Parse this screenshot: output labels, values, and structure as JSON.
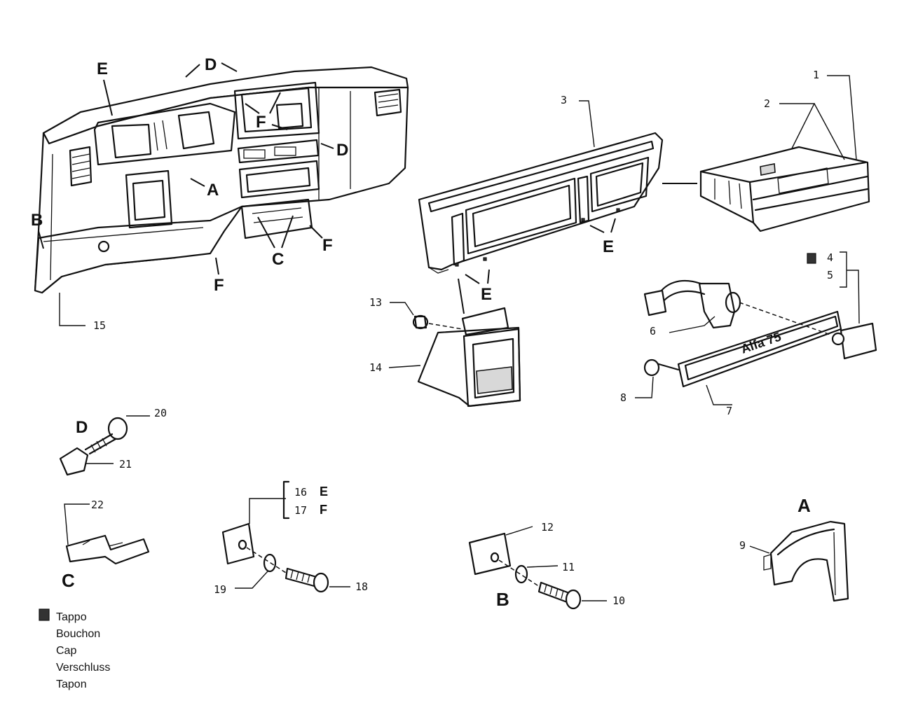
{
  "callouts": {
    "n1": "1",
    "n2": "2",
    "n3": "3",
    "n4": "4",
    "n5": "5",
    "n6": "6",
    "n7": "7",
    "n8": "8",
    "n9": "9",
    "n10": "10",
    "n11": "11",
    "n12": "12",
    "n13": "13",
    "n14": "14",
    "n15": "15",
    "n16": "16",
    "n17": "17",
    "n18": "18",
    "n19": "19",
    "n20": "20",
    "n21": "21",
    "n22": "22"
  },
  "letters": {
    "a": "A",
    "b": "B",
    "c": "C",
    "d": "D",
    "e": "E",
    "f": "F"
  },
  "badge_text": "Alfa 75",
  "legend": {
    "marker": "black-square",
    "lines": [
      "Tappo",
      "Bouchon",
      "Cap",
      "Verschluss",
      "Tapon"
    ]
  }
}
